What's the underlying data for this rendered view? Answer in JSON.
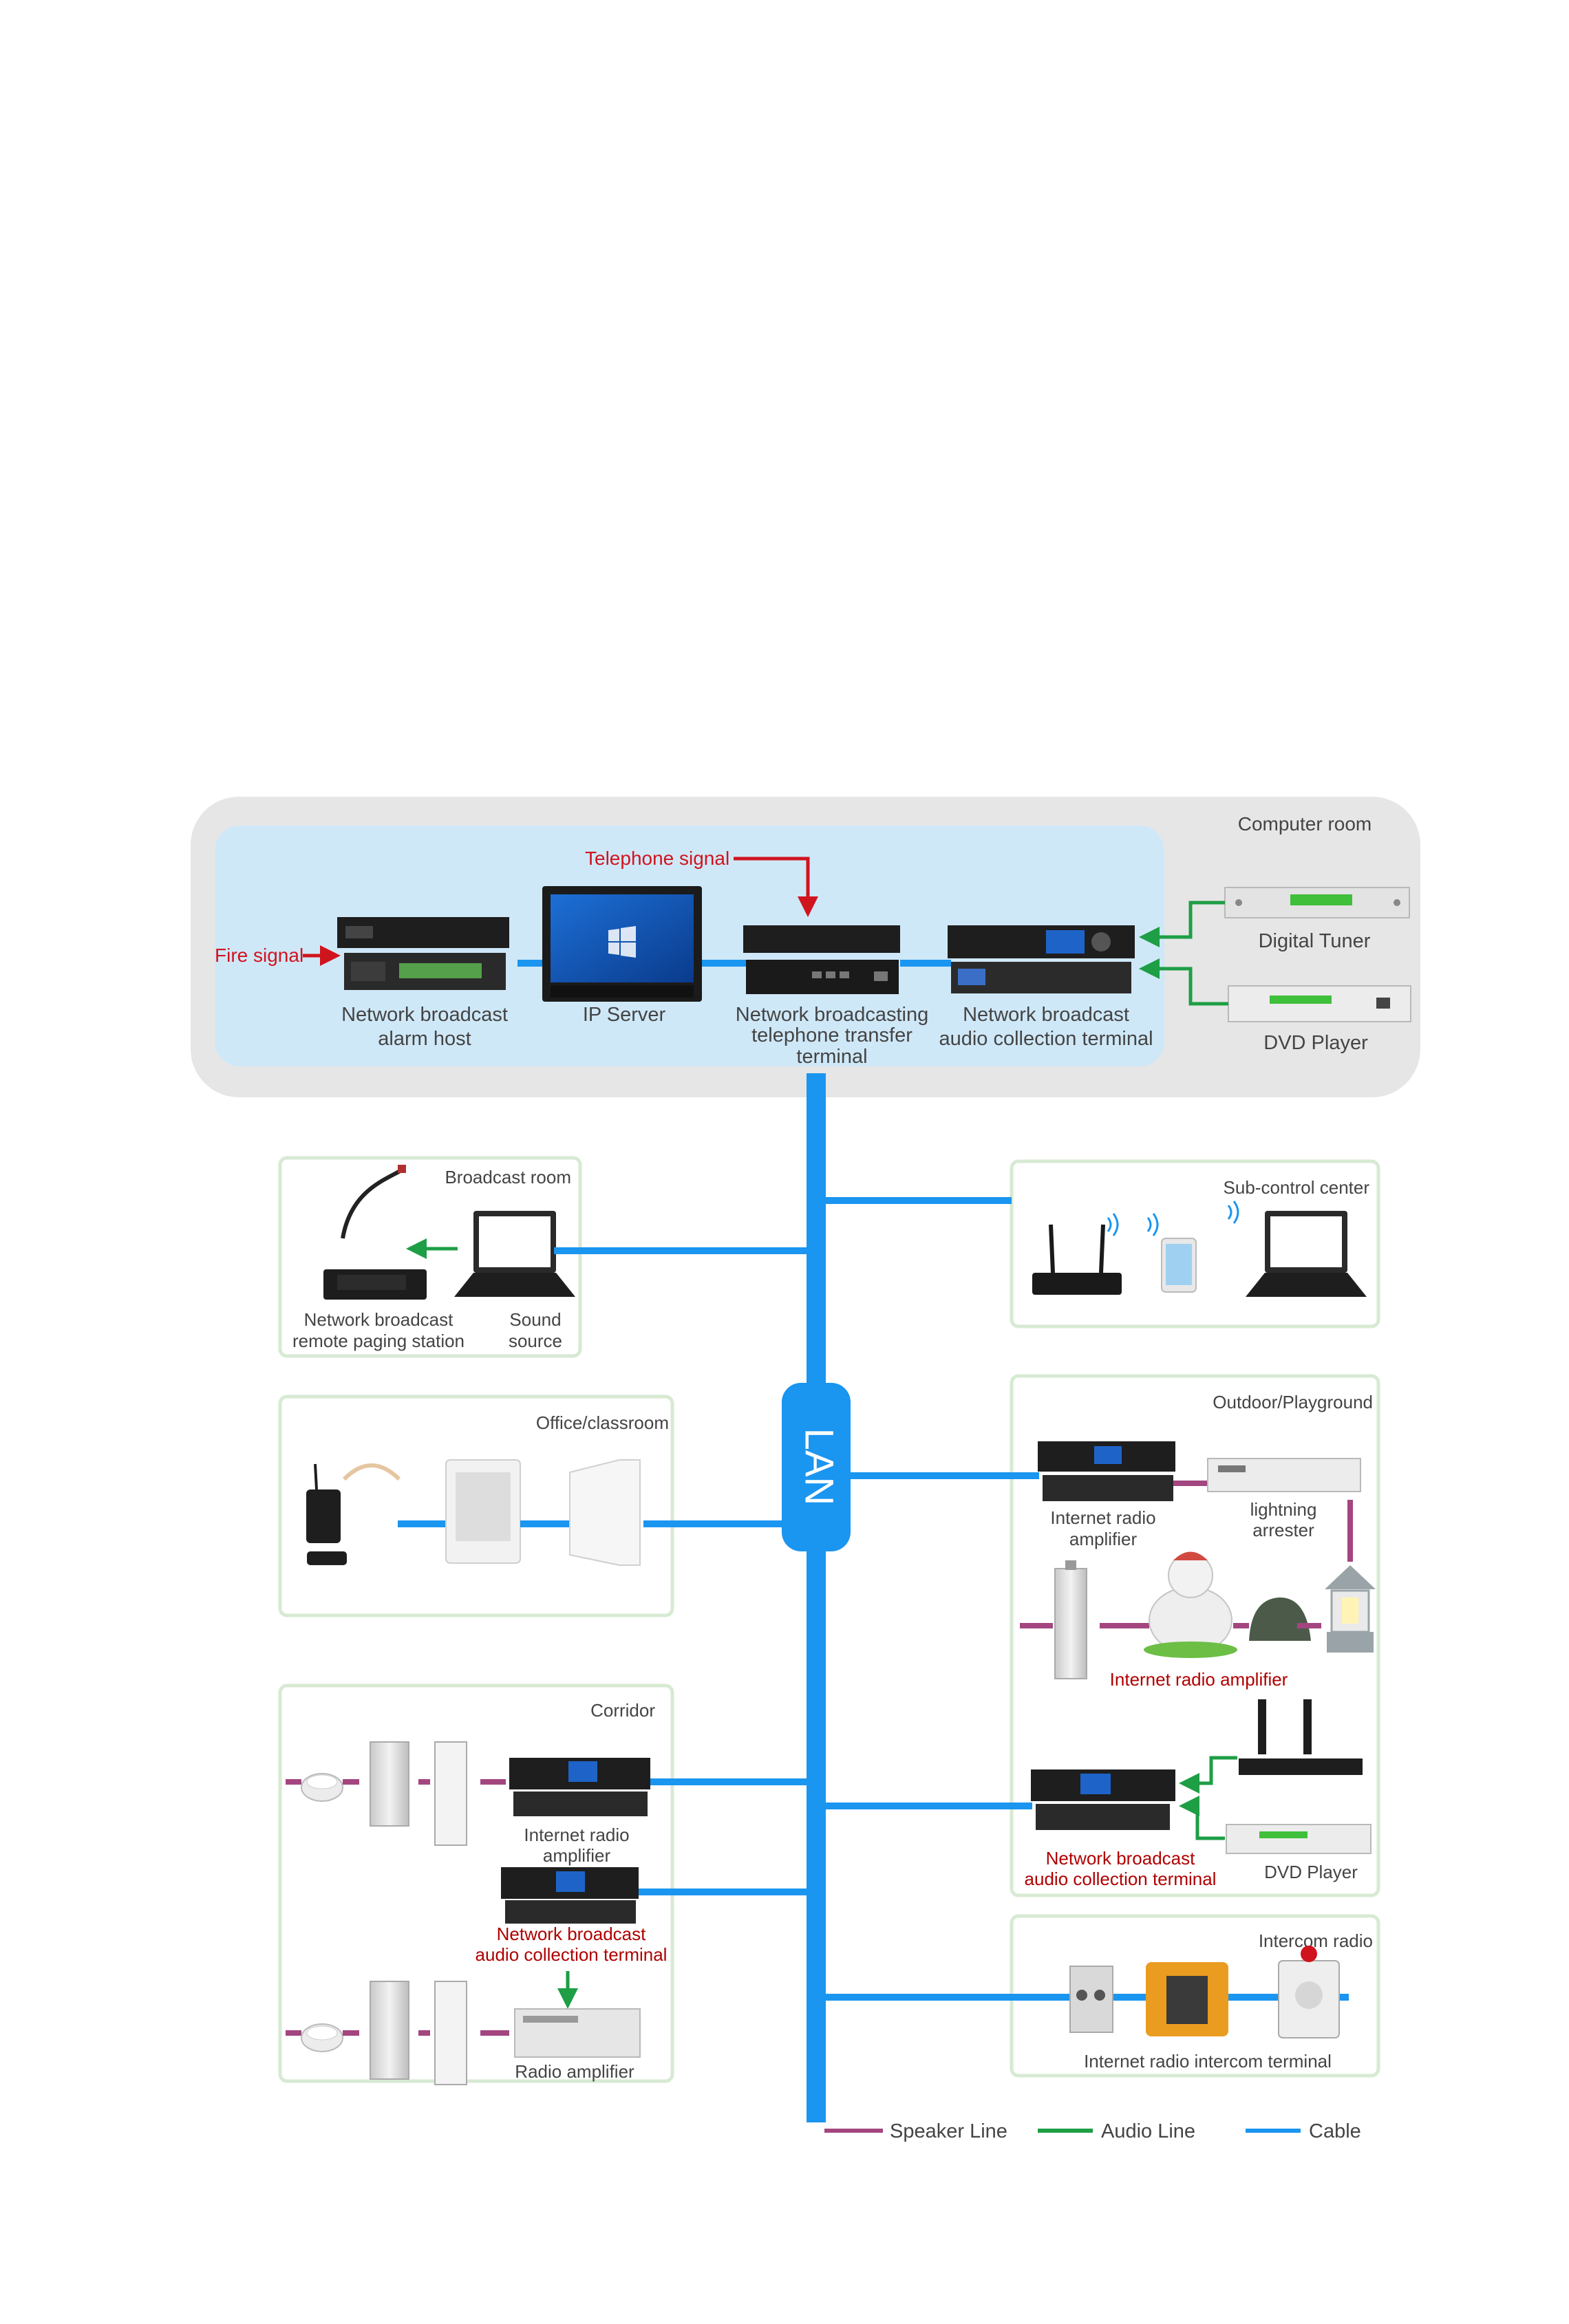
{
  "sections": {
    "computer_room": "Computer room",
    "broadcast_room": "Broadcast room",
    "sub_control_center": "Sub-control center",
    "office_classroom": "Office/classroom",
    "outdoor_playground": "Outdoor/Playground",
    "corridor": "Corridor",
    "intercom_radio": "Intercom radio"
  },
  "signals": {
    "fire": "Fire signal",
    "telephone": "Telephone signal"
  },
  "computer_room": {
    "alarm_host": [
      "Network broadcast",
      "alarm host"
    ],
    "ip_server": "IP Server",
    "telephone_terminal": [
      "Network broadcasting",
      "telephone transfer",
      "terminal"
    ],
    "audio_collection": [
      "Network broadcast",
      "audio collection terminal"
    ],
    "digital_tuner": "Digital Tuner",
    "dvd_player": "DVD Player"
  },
  "broadcast_room": {
    "paging_station": [
      "Network broadcast",
      "remote paging station"
    ],
    "sound_source": [
      "Sound",
      "source"
    ]
  },
  "lan_label": "LAN",
  "outdoor": {
    "internet_radio_amplifier": [
      "Internet radio",
      "amplifier"
    ],
    "lightning_arrester": [
      "lightning",
      "arrester"
    ],
    "internet_radio_amplifier_red": "Internet radio amplifier",
    "audio_collection_red": [
      "Network broadcast",
      "audio collection terminal"
    ],
    "dvd_player": "DVD Player"
  },
  "corridor": {
    "internet_radio_amplifier": [
      "Internet radio",
      "amplifier"
    ],
    "audio_collection_red": [
      "Network broadcast",
      "audio collection terminal"
    ],
    "radio_amplifier": "Radio amplifier"
  },
  "intercom": {
    "terminal": "Internet radio intercom terminal"
  },
  "legend": {
    "speaker_line": "Speaker Line",
    "audio_line": "Audio Line",
    "cable": "Cable"
  },
  "colors": {
    "speaker_line": "#a3467f",
    "audio_line": "#1e9e45",
    "cable": "#1a95f0",
    "signal_red": "#d0141e",
    "computer_room_bg": "#e6e6e6",
    "inner_panel_bg": "#cfe8f8",
    "section_border": "#d7ead3"
  }
}
